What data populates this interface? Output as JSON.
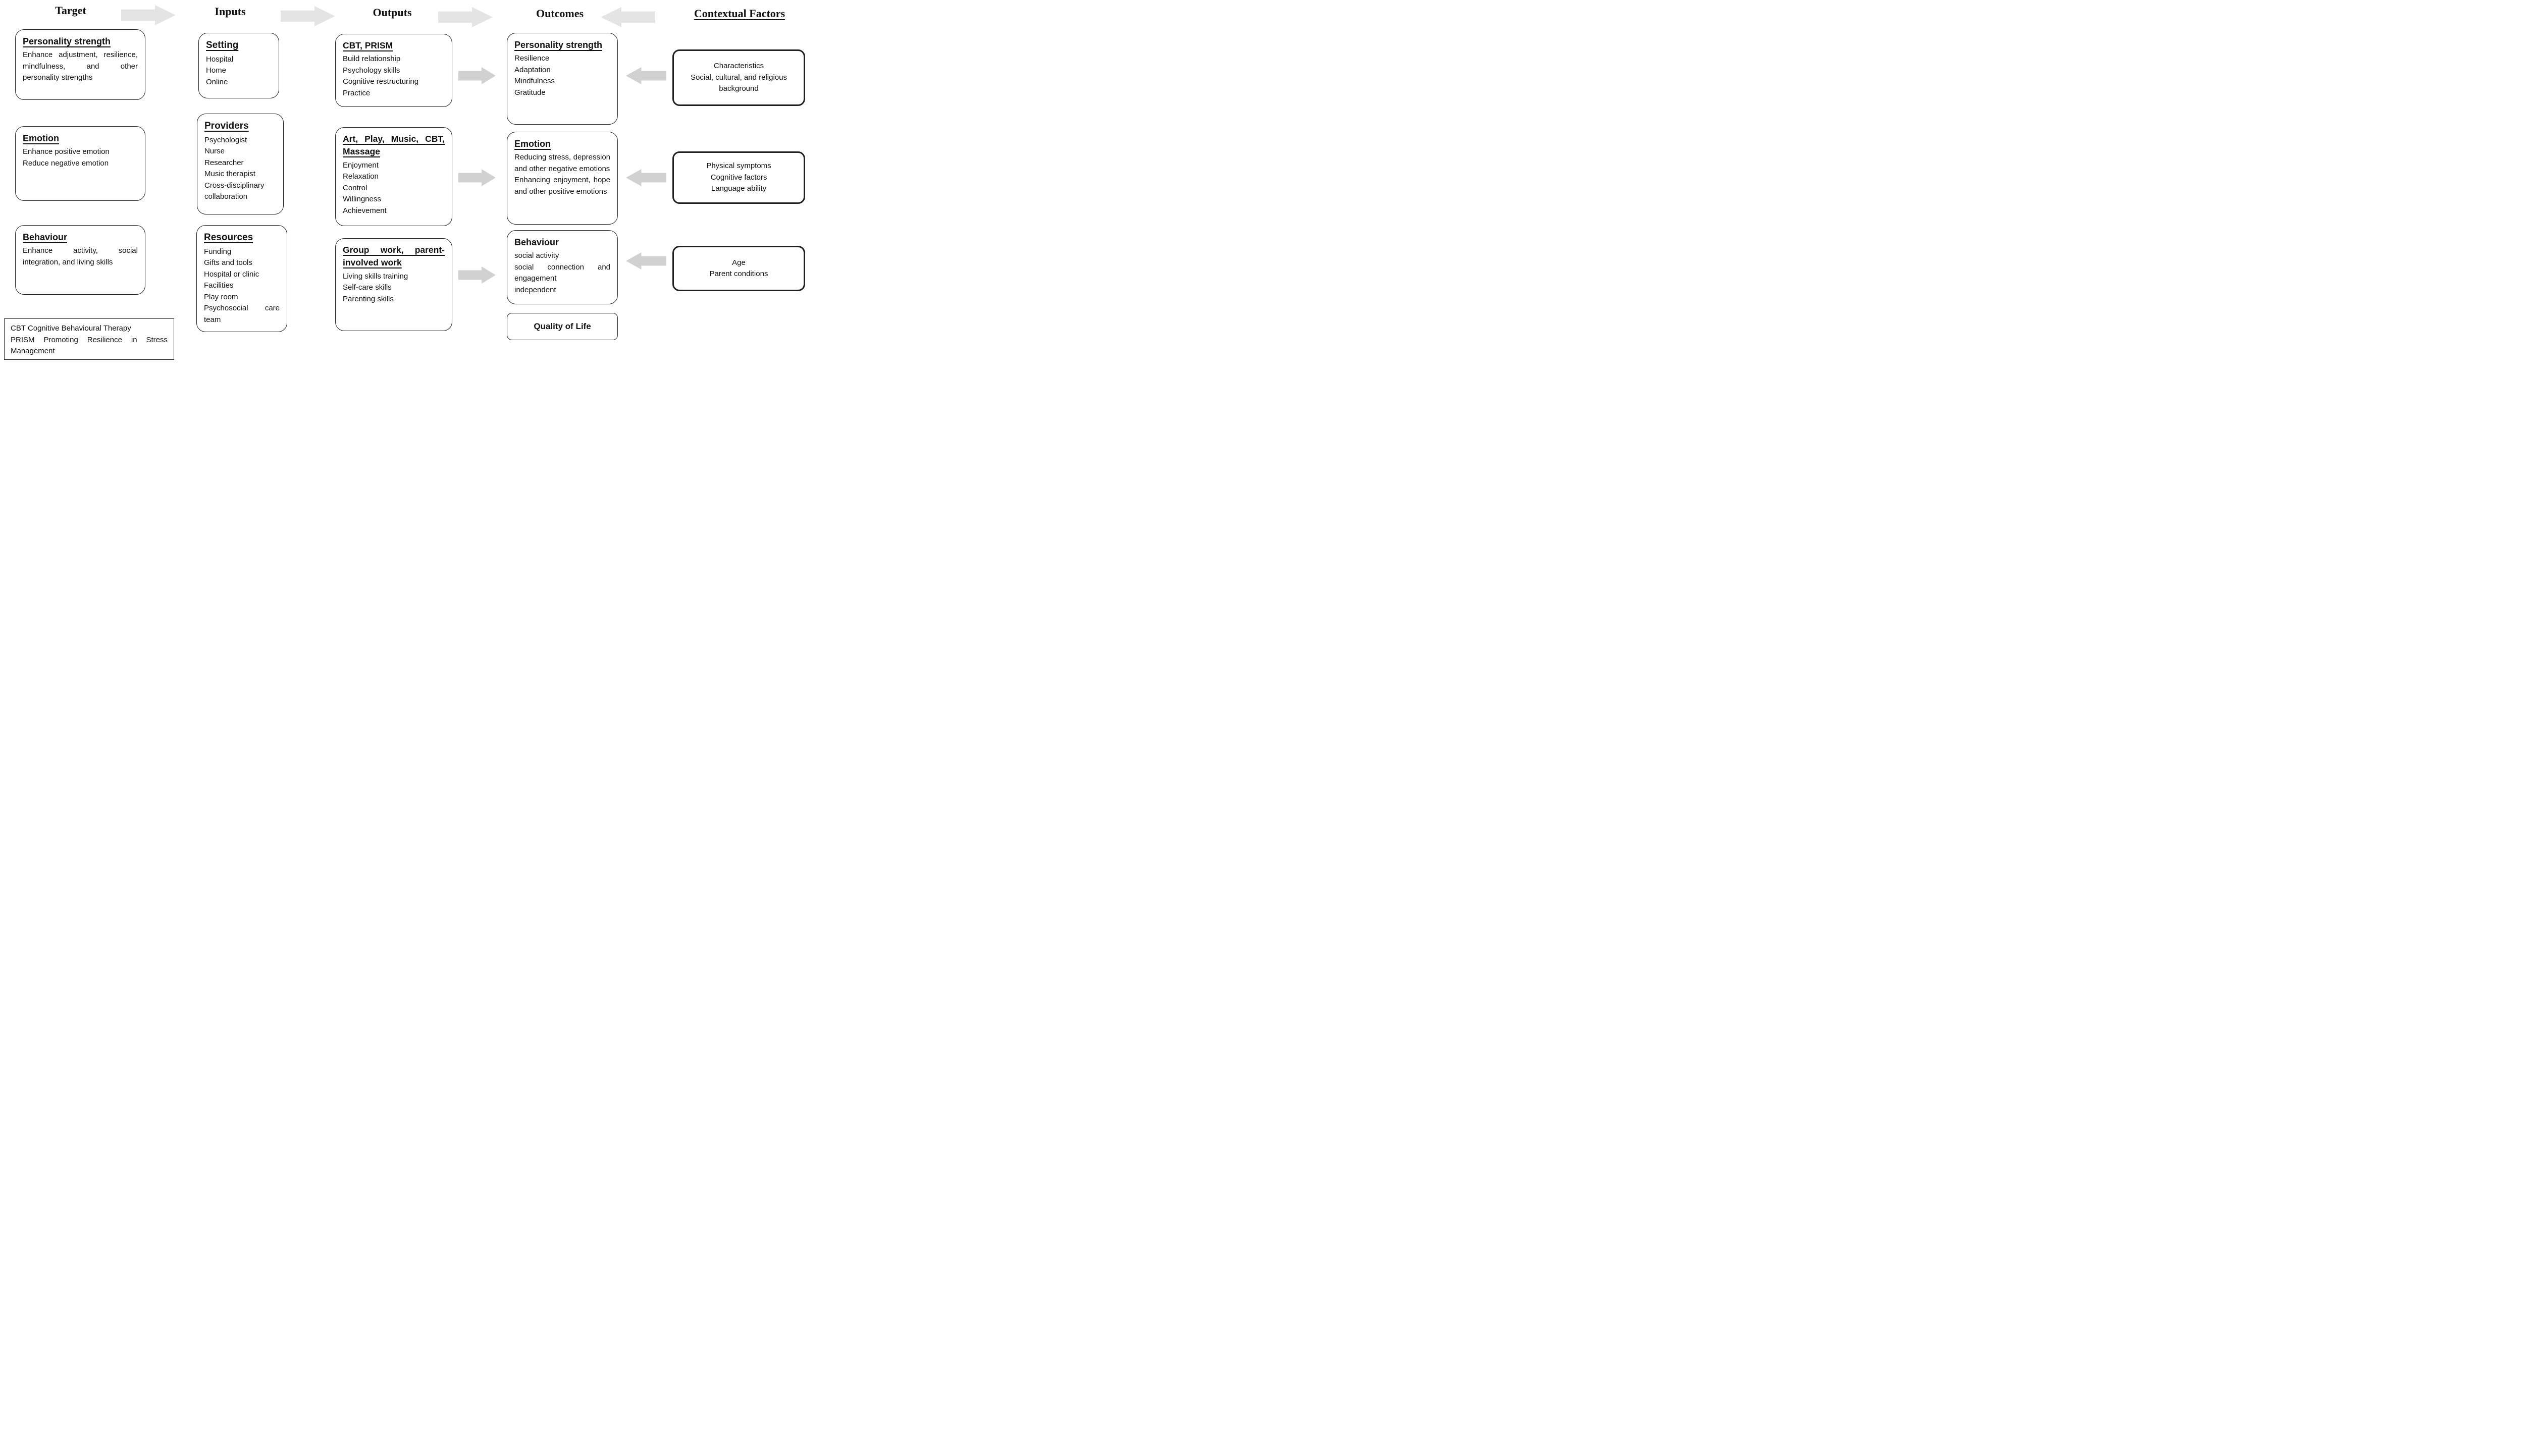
{
  "colors": {
    "box_border": "#1f1f1f",
    "text": "#111111",
    "header_arrow": "#e4e4e4",
    "flow_arrow": "#d1d1d1"
  },
  "headers": {
    "target": "Target",
    "inputs": "Inputs",
    "outputs": "Outputs",
    "outcomes": "Outcomes",
    "contextual": "Contextual Factors"
  },
  "icons": {
    "header_arrow_1": "right-block-arrow",
    "header_arrow_2": "right-block-arrow",
    "header_arrow_3": "right-block-arrow",
    "header_arrow_4": "left-block-arrow",
    "flow_arrows_right": "right-block-arrow",
    "flow_arrows_left": "left-block-arrow"
  },
  "target": {
    "personality": {
      "title": "Personality strength",
      "text": "Enhance adjustment, resilience, mindfulness, and other personality strengths"
    },
    "emotion": {
      "title": "Emotion",
      "lines": [
        "Enhance positive emotion",
        "Reduce negative emotion"
      ]
    },
    "behaviour": {
      "title": "Behaviour",
      "text": "Enhance activity, social integration, and living skills"
    },
    "legend_lines": [
      "CBT Cognitive Behavioural Therapy",
      "PRISM Promoting Resilience in Stress Management"
    ]
  },
  "inputs": {
    "setting": {
      "title": "Setting",
      "items": [
        "Hospital",
        "Home",
        "Online"
      ]
    },
    "providers": {
      "title": "Providers",
      "items": [
        "Psychologist",
        "Nurse",
        "Researcher",
        "Music therapist",
        "Cross-disciplinary collaboration"
      ]
    },
    "resources": {
      "title": "Resources",
      "items": [
        "Funding",
        "Gifts and tools",
        "Hospital or clinic",
        "Facilities",
        "Play room",
        "Psychosocial care team"
      ]
    }
  },
  "outputs": {
    "cbt_prism": {
      "title": "CBT, PRISM",
      "items": [
        "Build relationship",
        "Psychology skills",
        "Cognitive restructuring",
        "Practice"
      ]
    },
    "art_play": {
      "title": "Art, Play, Music, CBT, Massage",
      "items": [
        "Enjoyment",
        "Relaxation",
        "Control",
        "Willingness",
        "Achievement"
      ]
    },
    "group_work": {
      "title": "Group work, parent-involved work",
      "items": [
        "Living skills training",
        "Self-care skills",
        "Parenting skills"
      ]
    }
  },
  "outcomes": {
    "personality": {
      "title": "Personality strength",
      "items": [
        "Resilience",
        "Adaptation",
        "Mindfulness",
        "Gratitude"
      ]
    },
    "emotion": {
      "title": "Emotion",
      "paragraphs": [
        "Reducing stress, depression and other negative emotions",
        "Enhancing enjoyment, hope and other positive emotions"
      ]
    },
    "behaviour": {
      "title": "Behaviour",
      "paragraphs": [
        "social activity",
        "social connection and engagement",
        "independent"
      ]
    },
    "quality_of_life": {
      "title": "Quality of Life"
    }
  },
  "contextual": {
    "characteristics": {
      "lines": [
        "Characteristics",
        "Social, cultural, and religious background"
      ]
    },
    "symptoms": {
      "lines": [
        "Physical symptoms",
        "Cognitive factors",
        "Language ability"
      ]
    },
    "age": {
      "lines": [
        "Age",
        "Parent conditions"
      ]
    }
  }
}
